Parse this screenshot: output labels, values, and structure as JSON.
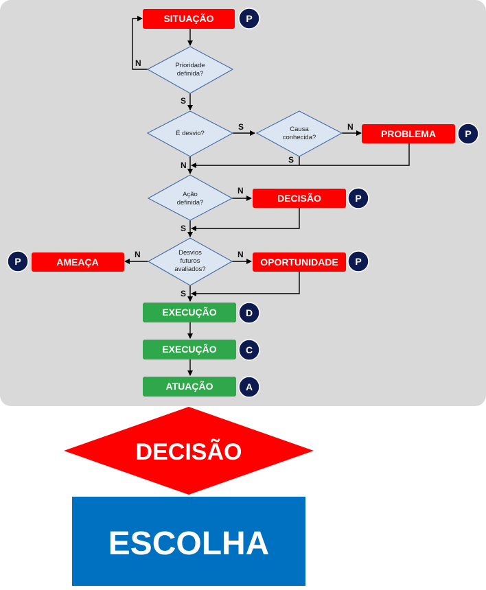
{
  "boxes": {
    "situacao": "SITUAÇÃO",
    "problema": "PROBLEMA",
    "decisao": "DECISÃO",
    "ameaca": "AMEAÇA",
    "oportunidade": "OPORTUNIDADE",
    "execucao_d": "EXECUÇÃO",
    "execucao_c": "EXECUÇÃO",
    "atuacao": "ATUAÇÃO"
  },
  "decisions": {
    "prioridade": [
      "Prioridade",
      "definida?"
    ],
    "desvio": [
      "É desvio?"
    ],
    "causa": [
      "Causa",
      "conhecida?"
    ],
    "acao": [
      "Ação",
      "definida?"
    ],
    "desvios_futuros": [
      "Desvios",
      "futuros",
      "avaliados?"
    ]
  },
  "branch_labels": {
    "sim": "S",
    "nao": "N"
  },
  "pdca": {
    "p": "P",
    "d": "D",
    "c": "C",
    "a": "A"
  },
  "bottom": {
    "decisao": "DECISÃO",
    "escolha": "ESCOLHA"
  },
  "colors": {
    "panel": "#d9d9d9",
    "red_box": "#ff0000",
    "green_box": "#2ea84a",
    "diamond_fill": "#dce6f2",
    "diamond_stroke": "#4a6fa5",
    "circle": "#0d1a4f",
    "blue_box": "#0070c0"
  }
}
